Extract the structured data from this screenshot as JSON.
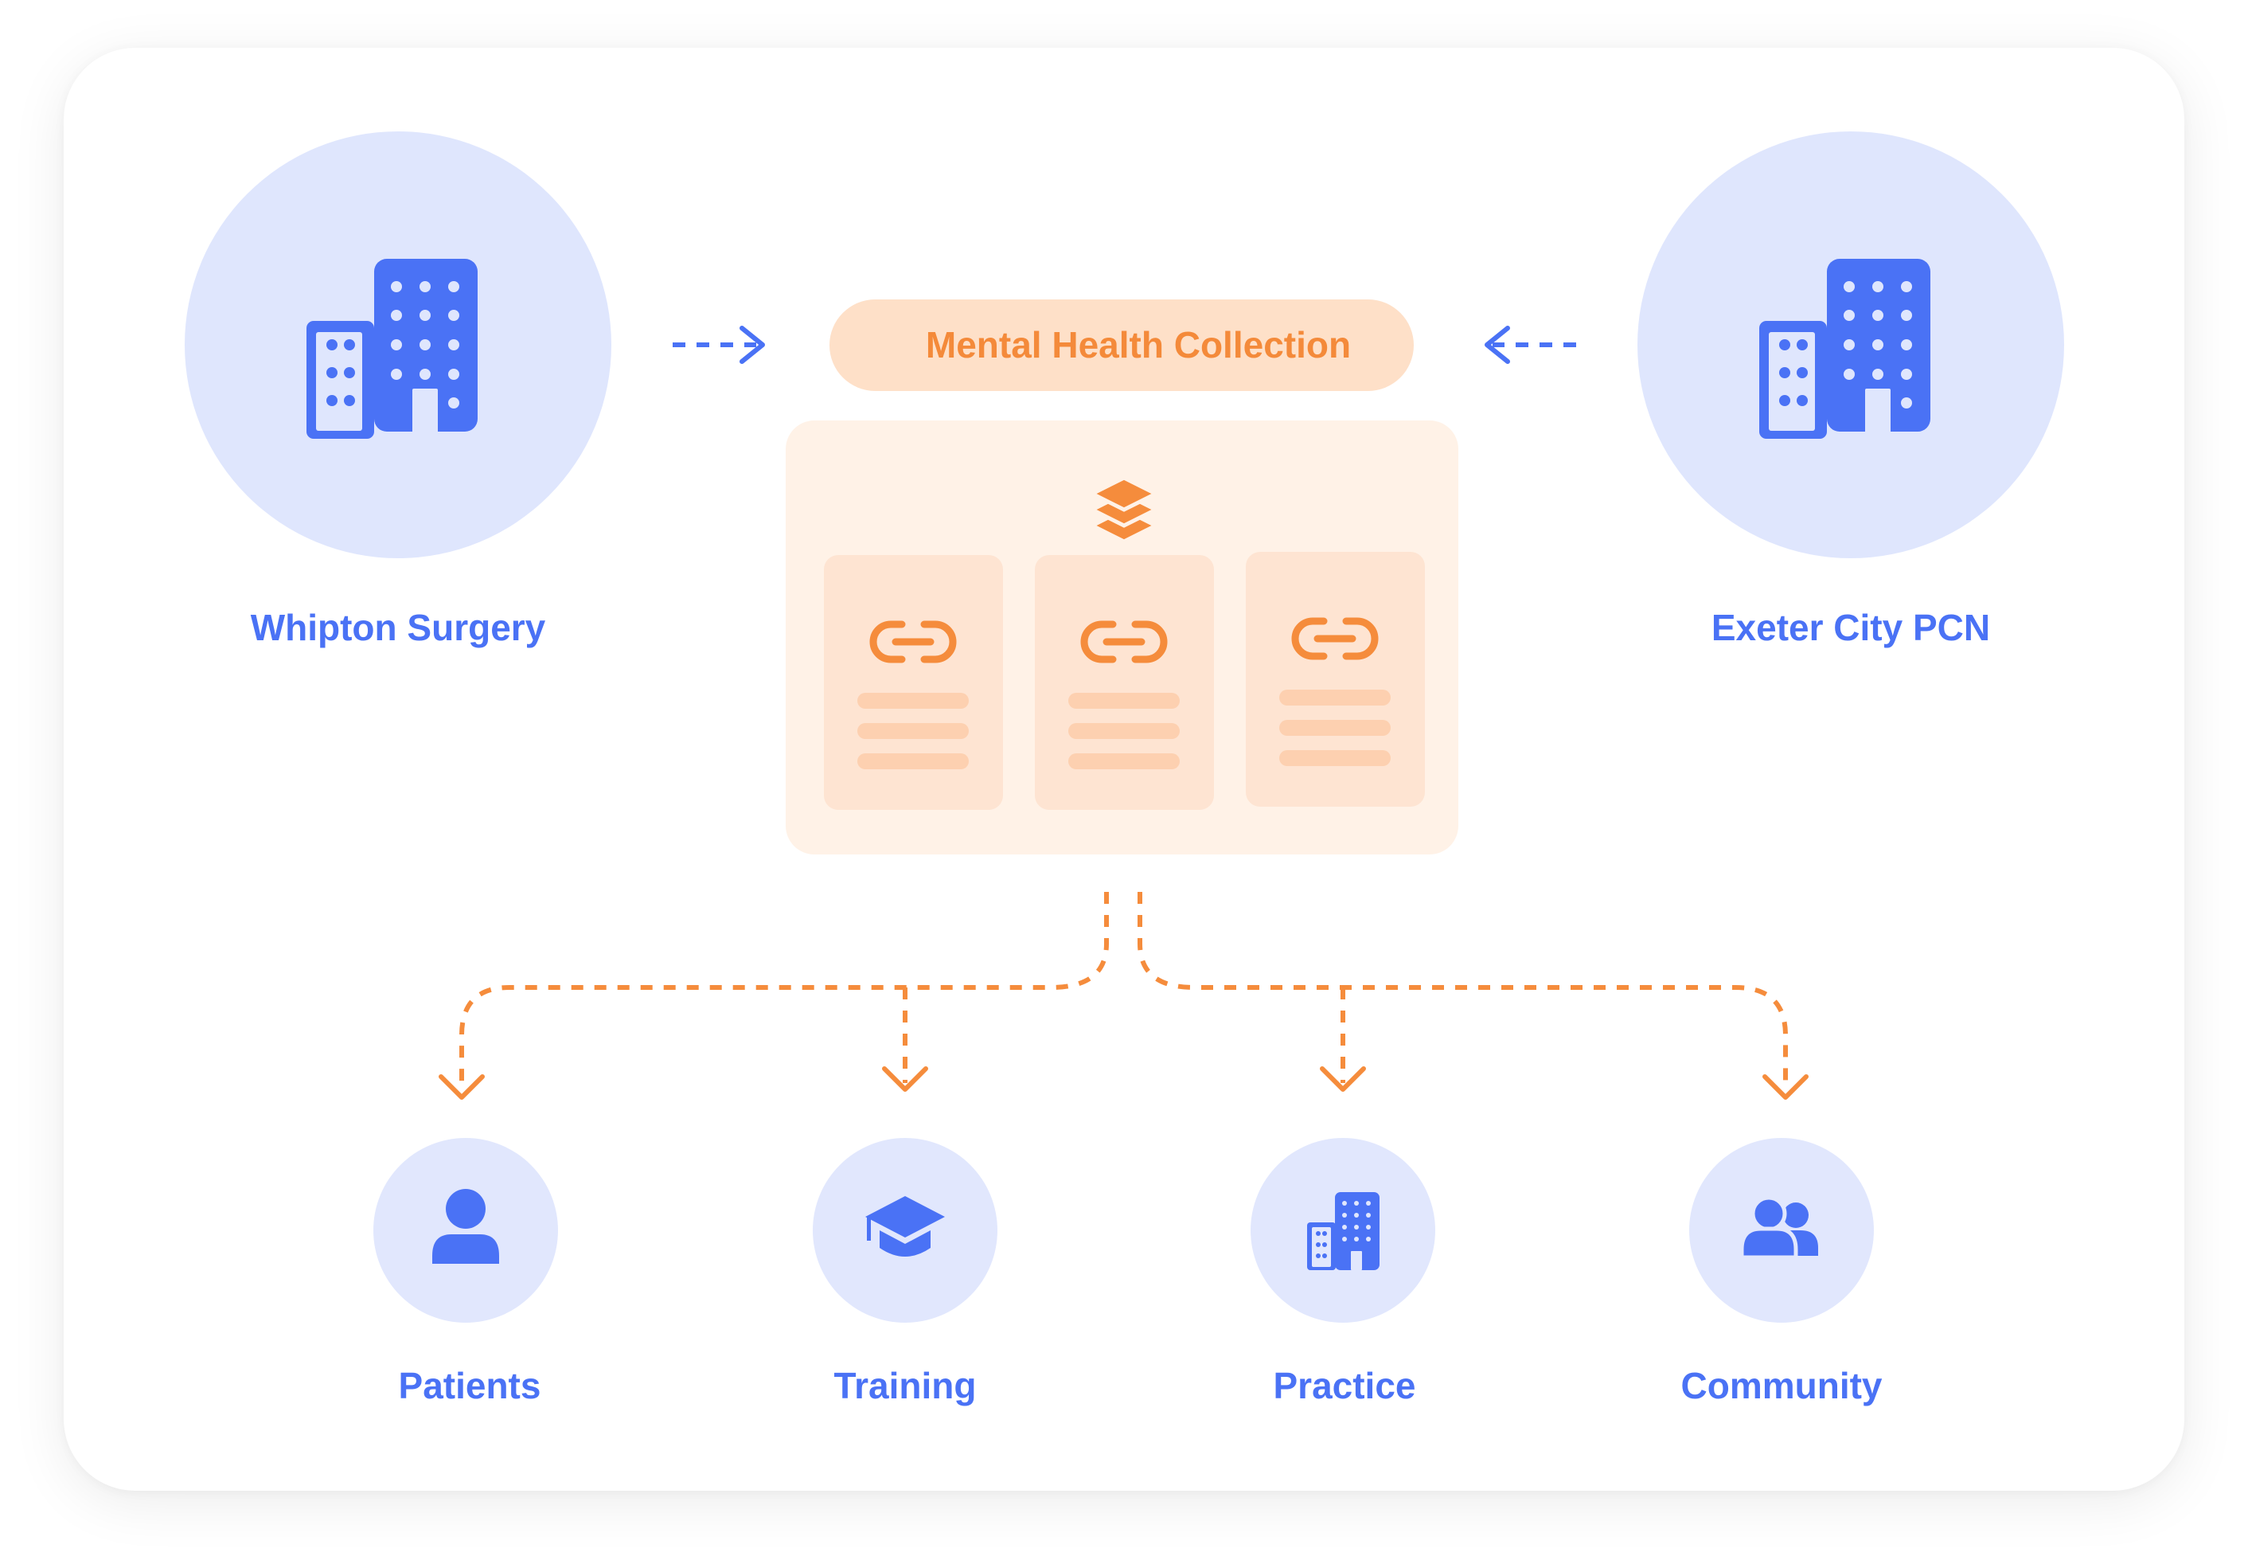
{
  "sources": {
    "left": {
      "label": "Whipton Surgery",
      "icon": "building-icon"
    },
    "right": {
      "label": "Exeter City PCN",
      "icon": "building-icon"
    }
  },
  "collection": {
    "title": "Mental Health Collection",
    "stack_icon": "layers-icon",
    "cards": [
      {
        "icon": "link-icon"
      },
      {
        "icon": "link-icon"
      },
      {
        "icon": "link-icon"
      }
    ]
  },
  "destinations": [
    {
      "label": "Patients",
      "icon": "person-icon"
    },
    {
      "label": "Training",
      "icon": "graduation-cap-icon"
    },
    {
      "label": "Practice",
      "icon": "building-icon"
    },
    {
      "label": "Community",
      "icon": "users-icon"
    }
  ],
  "colors": {
    "blue_accent": "#4a72f5",
    "orange_accent": "#f58c3c",
    "circle_fill": "#dfe6fd",
    "panel_fill": "#fff2e7"
  }
}
